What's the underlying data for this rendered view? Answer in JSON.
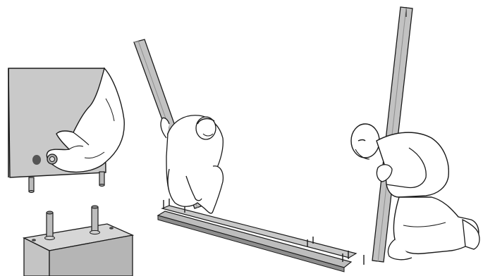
{
  "illustration": {
    "panels": [
      {
        "id": "detail-top",
        "subject": "hand-tightening-knob"
      },
      {
        "id": "detail-bottom",
        "subject": "post-with-threaded-studs"
      },
      {
        "id": "center",
        "subject": "person-raising-upright-into-base-rails"
      },
      {
        "id": "right",
        "subject": "kneeling-person-holding-upright"
      }
    ]
  },
  "colors": {
    "panel_fill": "#c9c9c9",
    "steel_fill": "#bdbdbd",
    "steel_dark": "#8e8e8e",
    "line": "#1a1a1a",
    "skin": "#ffffff",
    "background": "#ffffff"
  }
}
